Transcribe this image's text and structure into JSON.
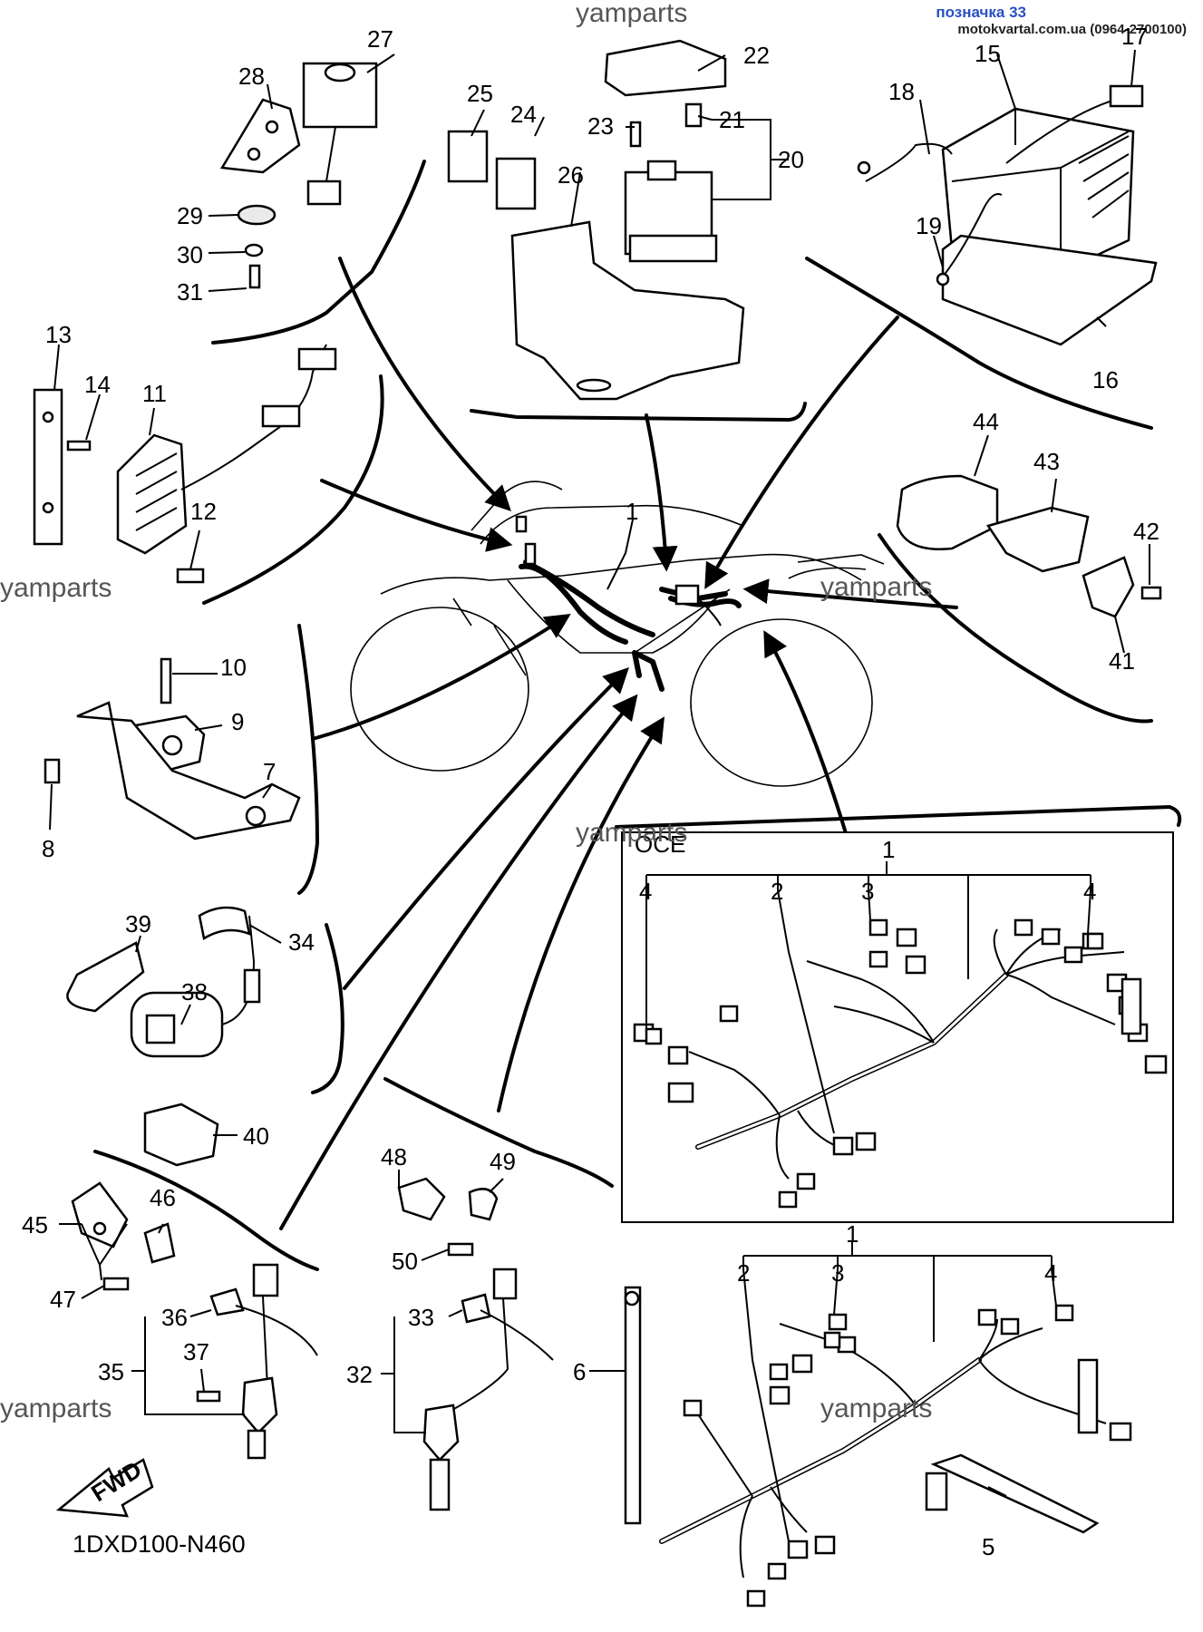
{
  "header": {
    "tag": "позначка 33",
    "site": "motokvartal.com.ua (0964-2700100)"
  },
  "watermarks": [
    "yamparts",
    "yamparts",
    "yamparts",
    "yamparts",
    "yamparts",
    "yamparts"
  ],
  "diagram_id": "1DXD100-N460",
  "fwd_label": "FWD",
  "oce_label": "OCE",
  "part_numbers": {
    "p1a": "1",
    "p1b": "1",
    "p1c": "1",
    "p2a": "2",
    "p2b": "2",
    "p3a": "3",
    "p3b": "3",
    "p4a": "4",
    "p4b": "4",
    "p4c": "4",
    "p5": "5",
    "p6": "6",
    "p7": "7",
    "p8": "8",
    "p9": "9",
    "p10": "10",
    "p11": "11",
    "p12": "12",
    "p13": "13",
    "p14": "14",
    "p15": "15",
    "p16": "16",
    "p17": "17",
    "p18": "18",
    "p19": "19",
    "p20": "20",
    "p21": "21",
    "p22": "22",
    "p23": "23",
    "p24": "24",
    "p25": "25",
    "p26": "26",
    "p27": "27",
    "p28": "28",
    "p29": "29",
    "p30": "30",
    "p31": "31",
    "p32": "32",
    "p33": "33",
    "p34": "34",
    "p35": "35",
    "p36": "36",
    "p37": "37",
    "p38": "38",
    "p39": "39",
    "p40": "40",
    "p41": "41",
    "p42": "42",
    "p43": "43",
    "p44": "44",
    "p45": "45",
    "p46": "46",
    "p47": "47",
    "p48": "48",
    "p49": "49",
    "p50": "50"
  }
}
